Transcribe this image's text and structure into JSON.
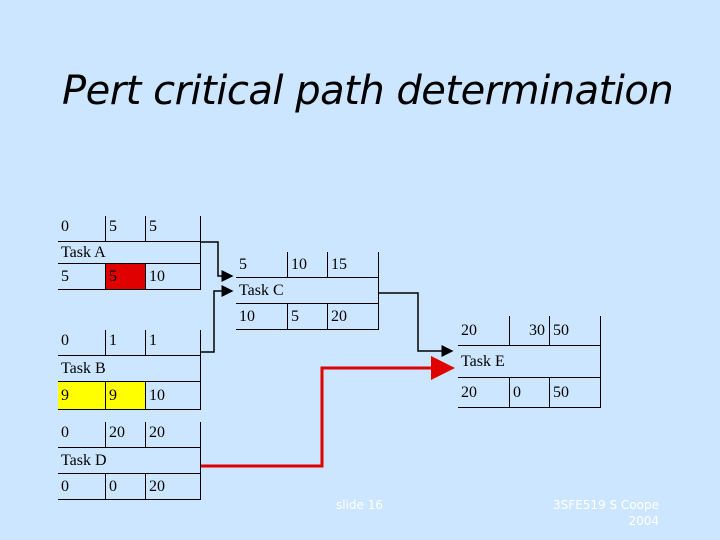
{
  "title": "Pert critical path determination",
  "nodes": {
    "task_a": {
      "name": "Task A",
      "top": [
        "0",
        "5",
        "5"
      ],
      "bottom": [
        "5",
        "5",
        "10"
      ]
    },
    "task_b": {
      "name": "Task B",
      "top": [
        "0",
        "1",
        "1"
      ],
      "bottom": [
        "9",
        "9",
        "10"
      ]
    },
    "task_c": {
      "name": "Task C",
      "top": [
        "5",
        "10",
        "15"
      ],
      "bottom": [
        "10",
        "5",
        "20"
      ]
    },
    "task_d": {
      "name": "Task D",
      "top": [
        "0",
        "20",
        "20"
      ],
      "bottom": [
        "0",
        "0",
        "20"
      ]
    },
    "task_e": {
      "name": "Task E",
      "top": [
        "20",
        "30",
        "50"
      ],
      "bottom": [
        "20",
        "0",
        "50"
      ]
    }
  },
  "colors": {
    "critical": "#e00000",
    "slack": "#ffff00",
    "normal": "#000000",
    "background": "#cce6ff"
  },
  "footer": {
    "slide": "slide 16",
    "credit_line1": "3SFE519 S Coope",
    "credit_line2": "2004"
  }
}
